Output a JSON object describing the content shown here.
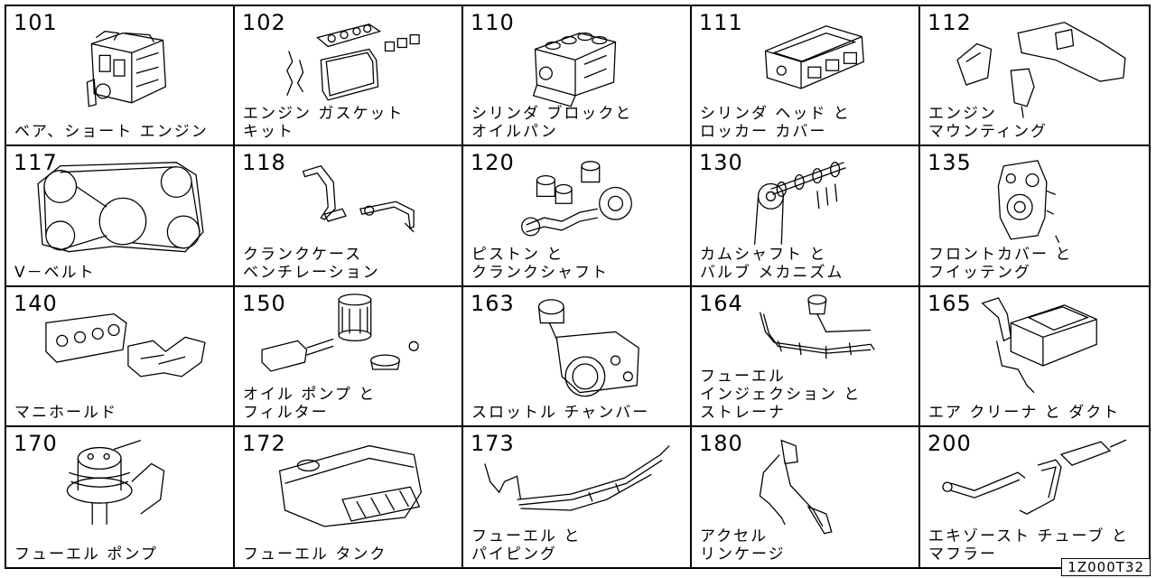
{
  "catalog": {
    "code": "1Z000T32",
    "cells": [
      {
        "num": "101",
        "lines": [
          "ベア、ショート エンジン"
        ],
        "icon": "engine-block-icon"
      },
      {
        "num": "102",
        "lines": [
          "エンジン ガスケット",
          "キット"
        ],
        "icon": "gasket-kit-icon"
      },
      {
        "num": "110",
        "lines": [
          "シリンダ ブロックと",
          "オイルパン"
        ],
        "icon": "cylinder-block-icon"
      },
      {
        "num": "111",
        "lines": [
          "シリンダ ヘッド と",
          "ロッカー カバー"
        ],
        "icon": "cylinder-head-icon"
      },
      {
        "num": "112",
        "lines": [
          "エンジン",
          "マウンティング"
        ],
        "icon": "engine-mount-icon"
      },
      {
        "num": "117",
        "lines": [
          "V－ベルト"
        ],
        "icon": "v-belt-icon"
      },
      {
        "num": "118",
        "lines": [
          "クランクケース",
          "ベンチレーション"
        ],
        "icon": "crankcase-vent-icon"
      },
      {
        "num": "120",
        "lines": [
          "ピストン と",
          "クランクシャフト"
        ],
        "icon": "piston-crankshaft-icon"
      },
      {
        "num": "130",
        "lines": [
          "カムシャフト と",
          "バルブ メカニズム"
        ],
        "icon": "camshaft-valve-icon"
      },
      {
        "num": "135",
        "lines": [
          "フロントカバー と",
          "フイッテング"
        ],
        "icon": "front-cover-icon"
      },
      {
        "num": "140",
        "lines": [
          "マニホールド"
        ],
        "icon": "manifold-icon"
      },
      {
        "num": "150",
        "lines": [
          "オイル ポンプ と",
          "フィルター"
        ],
        "icon": "oil-pump-filter-icon"
      },
      {
        "num": "163",
        "lines": [
          "スロットル チャンバー"
        ],
        "icon": "throttle-chamber-icon"
      },
      {
        "num": "164",
        "lines": [
          "フューエル",
          "インジェクション と",
          "ストレーナ"
        ],
        "icon": "fuel-injection-icon"
      },
      {
        "num": "165",
        "lines": [
          "エア クリーナ と ダクト"
        ],
        "icon": "air-cleaner-icon"
      },
      {
        "num": "170",
        "lines": [
          "フューエル ポンプ"
        ],
        "icon": "fuel-pump-icon"
      },
      {
        "num": "172",
        "lines": [
          "フューエル タンク"
        ],
        "icon": "fuel-tank-icon"
      },
      {
        "num": "173",
        "lines": [
          "フューエル と",
          "パイピング"
        ],
        "icon": "fuel-piping-icon"
      },
      {
        "num": "180",
        "lines": [
          "アクセル",
          "リンケージ"
        ],
        "icon": "accelerator-linkage-icon"
      },
      {
        "num": "200",
        "lines": [
          "エキゾースト チューブ と",
          "マフラー"
        ],
        "icon": "exhaust-muffler-icon"
      }
    ]
  }
}
